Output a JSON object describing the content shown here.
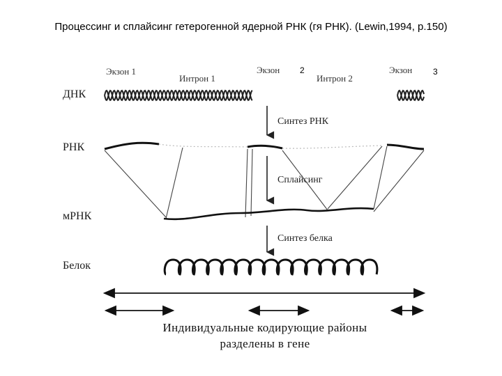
{
  "title": "Процессинг и сплайсинг гетерогенной ядерной РНК (гя РНК). (Lewin,1994, p.150)",
  "diagram": {
    "top_labels": {
      "exon1": "Экзон 1",
      "intron1": "Интрон 1",
      "exon2": "Экзон",
      "exon2_num": "2",
      "intron2": "Интрон 2",
      "exon3": "Экзон",
      "exon3_num": "3"
    },
    "rows": {
      "dna": "ДНК",
      "rna": "РНК",
      "mrna": "мРНК",
      "protein": "Белок"
    },
    "steps": {
      "rna_synthesis": "Синтез РНК",
      "splicing": "Сплайсинг",
      "protein_synthesis": "Синтез белка"
    },
    "caption": {
      "line1": "Индивидуальные кодирующие районы",
      "line2": "разделены в гене"
    }
  }
}
